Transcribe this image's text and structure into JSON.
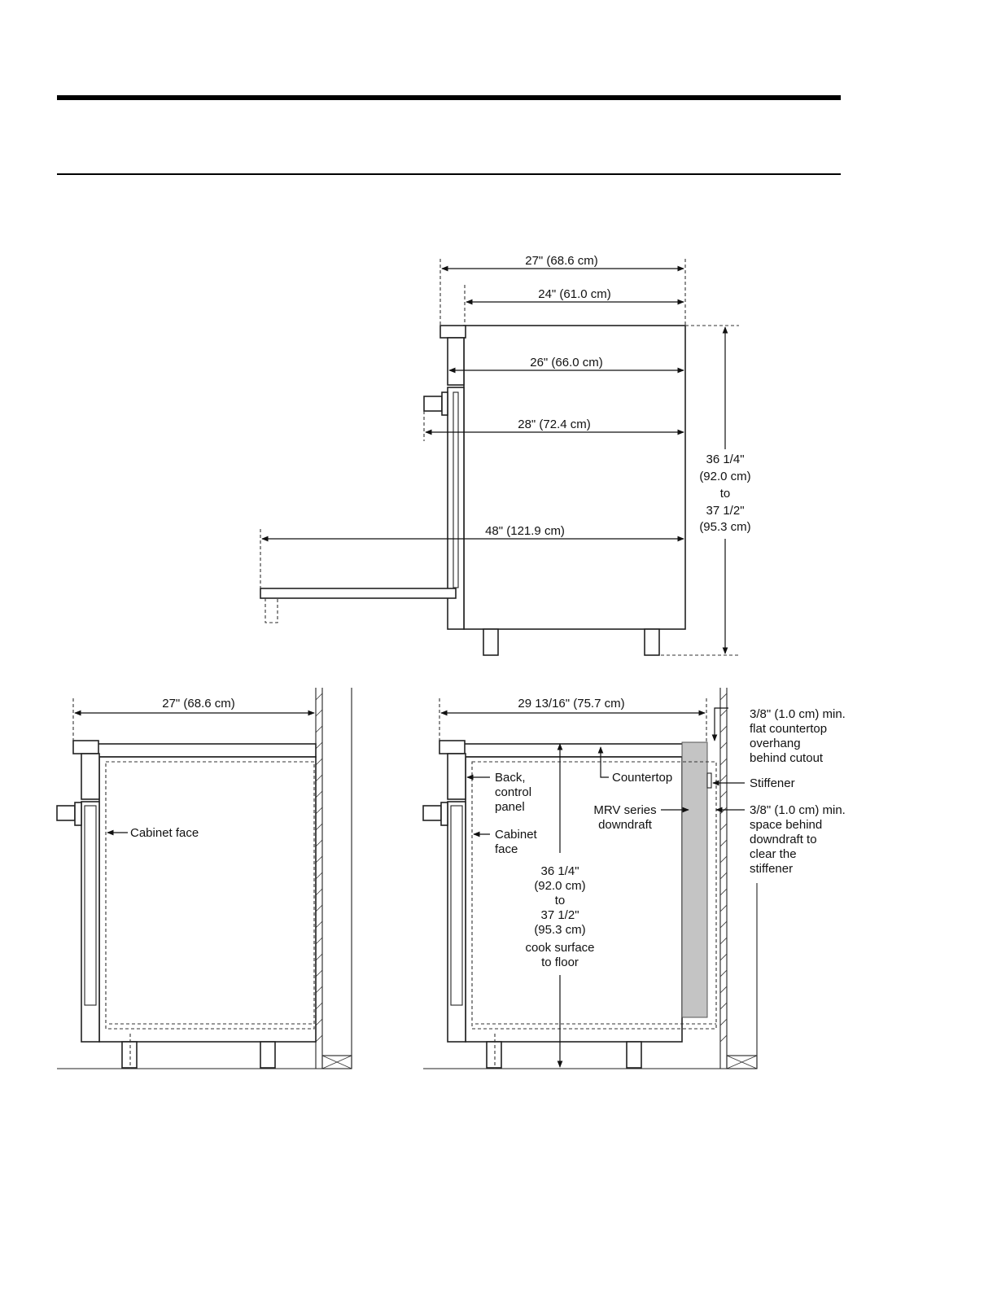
{
  "labels": {
    "top_width_27": "27\" (68.6 cm)",
    "top_width_24": "24\" (61.0 cm)",
    "top_depth_26": "26\" (66.0 cm)",
    "top_depth_28": "28\" (72.4 cm)",
    "top_depth_48": "48\" (121.9 cm)",
    "top_height_l1": "36 1/4\"",
    "top_height_l2": "(92.0 cm)",
    "top_height_l3": "to",
    "top_height_l4": "37 1/2\"",
    "top_height_l5": "(95.3 cm)",
    "left_width_27": "27\" (68.6 cm)",
    "left_cabinet_face": "Cabinet face",
    "right_width": "29 13/16\" (75.7 cm)",
    "countertop_overhang_l1": "3/8\" (1.0 cm) min.",
    "countertop_overhang_l2": "flat countertop",
    "countertop_overhang_l3": "overhang",
    "countertop_overhang_l4": "behind cutout",
    "countertop": "Countertop",
    "stiffener": "Stiffener",
    "back_panel_l1": "Back,",
    "back_panel_l2": "control",
    "back_panel_l3": "panel",
    "mrv_l1": "MRV series",
    "mrv_l2": "downdraft",
    "space_behind_l1": "3/8\" (1.0 cm) min.",
    "space_behind_l2": "space behind",
    "space_behind_l3": "downdraft to",
    "space_behind_l4": "clear the",
    "space_behind_l5": "stiffener",
    "right_cabinet_face_l1": "Cabinet",
    "right_cabinet_face_l2": "face",
    "cook_height_l1": "36 1/4\"",
    "cook_height_l2": "(92.0 cm)",
    "cook_height_l3": "to",
    "cook_height_l4": "37 1/2\"",
    "cook_height_l5": "(95.3 cm)",
    "cook_height_l6": "cook surface",
    "cook_height_l7": "to floor"
  },
  "colors": {
    "downdraft_fill": "#c4c4c4",
    "line": "#111111"
  }
}
